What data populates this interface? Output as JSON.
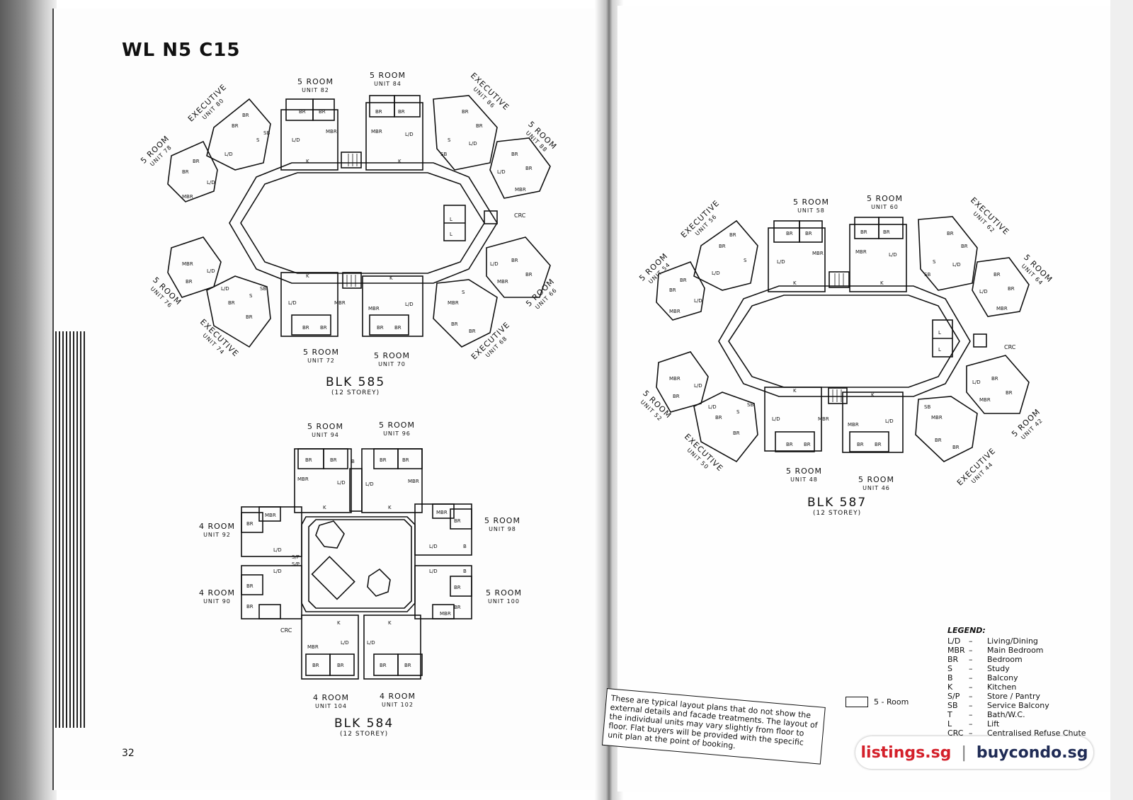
{
  "page": {
    "title": "WL N5 C15",
    "number": "32"
  },
  "blk585": {
    "name": "BLK 585",
    "storey": "(12 STOREY)",
    "units": [
      {
        "type": "5 ROOM",
        "unit": "UNIT 78"
      },
      {
        "type": "EXECUTIVE",
        "unit": "UNIT 80"
      },
      {
        "type": "5 ROOM",
        "unit": "UNIT 82"
      },
      {
        "type": "5 ROOM",
        "unit": "UNIT 84"
      },
      {
        "type": "EXECUTIVE",
        "unit": "UNIT 86"
      },
      {
        "type": "5 ROOM",
        "unit": "UNIT 88"
      },
      {
        "type": "5 ROOM",
        "unit": "UNIT 76"
      },
      {
        "type": "EXECUTIVE",
        "unit": "UNIT 74"
      },
      {
        "type": "5 ROOM",
        "unit": "UNIT 72"
      },
      {
        "type": "5 ROOM",
        "unit": "UNIT 70"
      },
      {
        "type": "EXECUTIVE",
        "unit": "UNIT 68"
      },
      {
        "type": "5 ROOM",
        "unit": "UNIT 66"
      }
    ],
    "crc": "CRC"
  },
  "blk584": {
    "name": "BLK 584",
    "storey": "(12 STOREY)",
    "units": [
      {
        "type": "5 ROOM",
        "unit": "UNIT 94"
      },
      {
        "type": "5 ROOM",
        "unit": "UNIT 96"
      },
      {
        "type": "4 ROOM",
        "unit": "UNIT 92"
      },
      {
        "type": "5 ROOM",
        "unit": "UNIT 98"
      },
      {
        "type": "4 ROOM",
        "unit": "UNIT 90"
      },
      {
        "type": "5 ROOM",
        "unit": "UNIT 100"
      },
      {
        "type": "4 ROOM",
        "unit": "UNIT 104"
      },
      {
        "type": "4 ROOM",
        "unit": "UNIT 102"
      }
    ],
    "crc": "CRC"
  },
  "blk587": {
    "name": "BLK 587",
    "storey": "(12 STOREY)",
    "units": [
      {
        "type": "5 ROOM",
        "unit": "UNIT 54"
      },
      {
        "type": "EXECUTIVE",
        "unit": "UNIT 56"
      },
      {
        "type": "5 ROOM",
        "unit": "UNIT 58"
      },
      {
        "type": "5 ROOM",
        "unit": "UNIT 60"
      },
      {
        "type": "EXECUTIVE",
        "unit": "UNIT 62"
      },
      {
        "type": "5 ROOM",
        "unit": "UNIT 64"
      },
      {
        "type": "5 ROOM",
        "unit": "UNIT 52"
      },
      {
        "type": "EXECUTIVE",
        "unit": "UNIT 50"
      },
      {
        "type": "5 ROOM",
        "unit": "UNIT 48"
      },
      {
        "type": "5 ROOM",
        "unit": "UNIT 46"
      },
      {
        "type": "EXECUTIVE",
        "unit": "UNIT 44"
      },
      {
        "type": "5 ROOM",
        "unit": "UNIT 42"
      }
    ],
    "crc": "CRC"
  },
  "room_codes": [
    "BR",
    "MBR",
    "L/D",
    "K",
    "S/P",
    "SB",
    "T",
    "B",
    "S"
  ],
  "legend": {
    "title": "LEGEND:",
    "items": [
      {
        "code": "L/D",
        "dash": "–",
        "desc": "Living/Dining"
      },
      {
        "code": "MBR",
        "dash": "–",
        "desc": "Main Bedroom"
      },
      {
        "code": "BR",
        "dash": "–",
        "desc": "Bedroom"
      },
      {
        "code": "S",
        "dash": "–",
        "desc": "Study"
      },
      {
        "code": "B",
        "dash": "–",
        "desc": "Balcony"
      },
      {
        "code": "K",
        "dash": "–",
        "desc": "Kitchen"
      },
      {
        "code": "S/P",
        "dash": "–",
        "desc": "Store / Pantry"
      },
      {
        "code": "SB",
        "dash": "–",
        "desc": "Service Balcony"
      },
      {
        "code": "T",
        "dash": "–",
        "desc": "Bath/W.C."
      },
      {
        "code": "L",
        "dash": "–",
        "desc": "Lift"
      },
      {
        "code": "CRC",
        "dash": "–",
        "desc": "Centralised Refuse Chute"
      }
    ]
  },
  "key": {
    "label": "5 - Room"
  },
  "note": "These are typical layout plans that do not show the external details and facade treatments. The layout of the individual units may vary slightly from floor to floor. Flat buyers will be provided with the specific unit plan at the point of booking.",
  "watermark": {
    "left": "listings.sg",
    "sep": "|",
    "right": "buycondo.sg"
  }
}
